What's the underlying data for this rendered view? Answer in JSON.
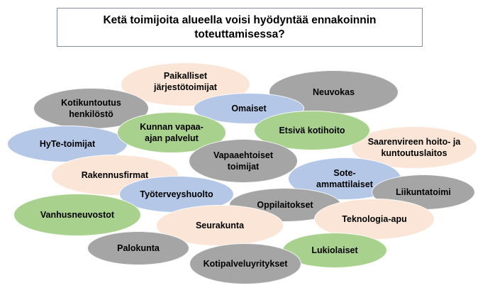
{
  "title": "Ketä toimijoita alueella voisi hyödyntää ennakoinnin toteuttamisessa?",
  "colors": {
    "peach": "#fbe5d6",
    "gray": "#a5a5a5",
    "blue": "#b4c7e7",
    "green": "#a9d18e",
    "border": "#7f8fa6"
  },
  "actors": [
    {
      "label": "Paikalliset järjestötoimijat",
      "color": "peach"
    },
    {
      "label": "Neuvokas",
      "color": "gray"
    },
    {
      "label": "Kotikuntoutus henkilöstö",
      "color": "gray"
    },
    {
      "label": "Omaiset",
      "color": "blue"
    },
    {
      "label": "Kunnan vapaa-ajan palvelut",
      "color": "green"
    },
    {
      "label": "Etsivä kotihoito",
      "color": "green"
    },
    {
      "label": "HyTe-toimijat",
      "color": "blue"
    },
    {
      "label": "Saarenvireen hoito- ja kuntoutuslaitos",
      "color": "peach"
    },
    {
      "label": "Vapaaehtoiset toimijat",
      "color": "gray"
    },
    {
      "label": "Rakennusfirmat",
      "color": "peach"
    },
    {
      "label": "Sote-ammattilaiset",
      "color": "blue"
    },
    {
      "label": "Työterveyshuolto",
      "color": "blue"
    },
    {
      "label": "Liikuntatoimi",
      "color": "gray"
    },
    {
      "label": "Oppilaitokset",
      "color": "gray"
    },
    {
      "label": "Vanhusneuvostot",
      "color": "green"
    },
    {
      "label": "Teknologia-apu",
      "color": "peach"
    },
    {
      "label": "Seurakunta",
      "color": "peach"
    },
    {
      "label": "Palokunta",
      "color": "gray"
    },
    {
      "label": "Lukiolaiset",
      "color": "green"
    },
    {
      "label": "Kotipalveluyritykset",
      "color": "gray"
    }
  ]
}
